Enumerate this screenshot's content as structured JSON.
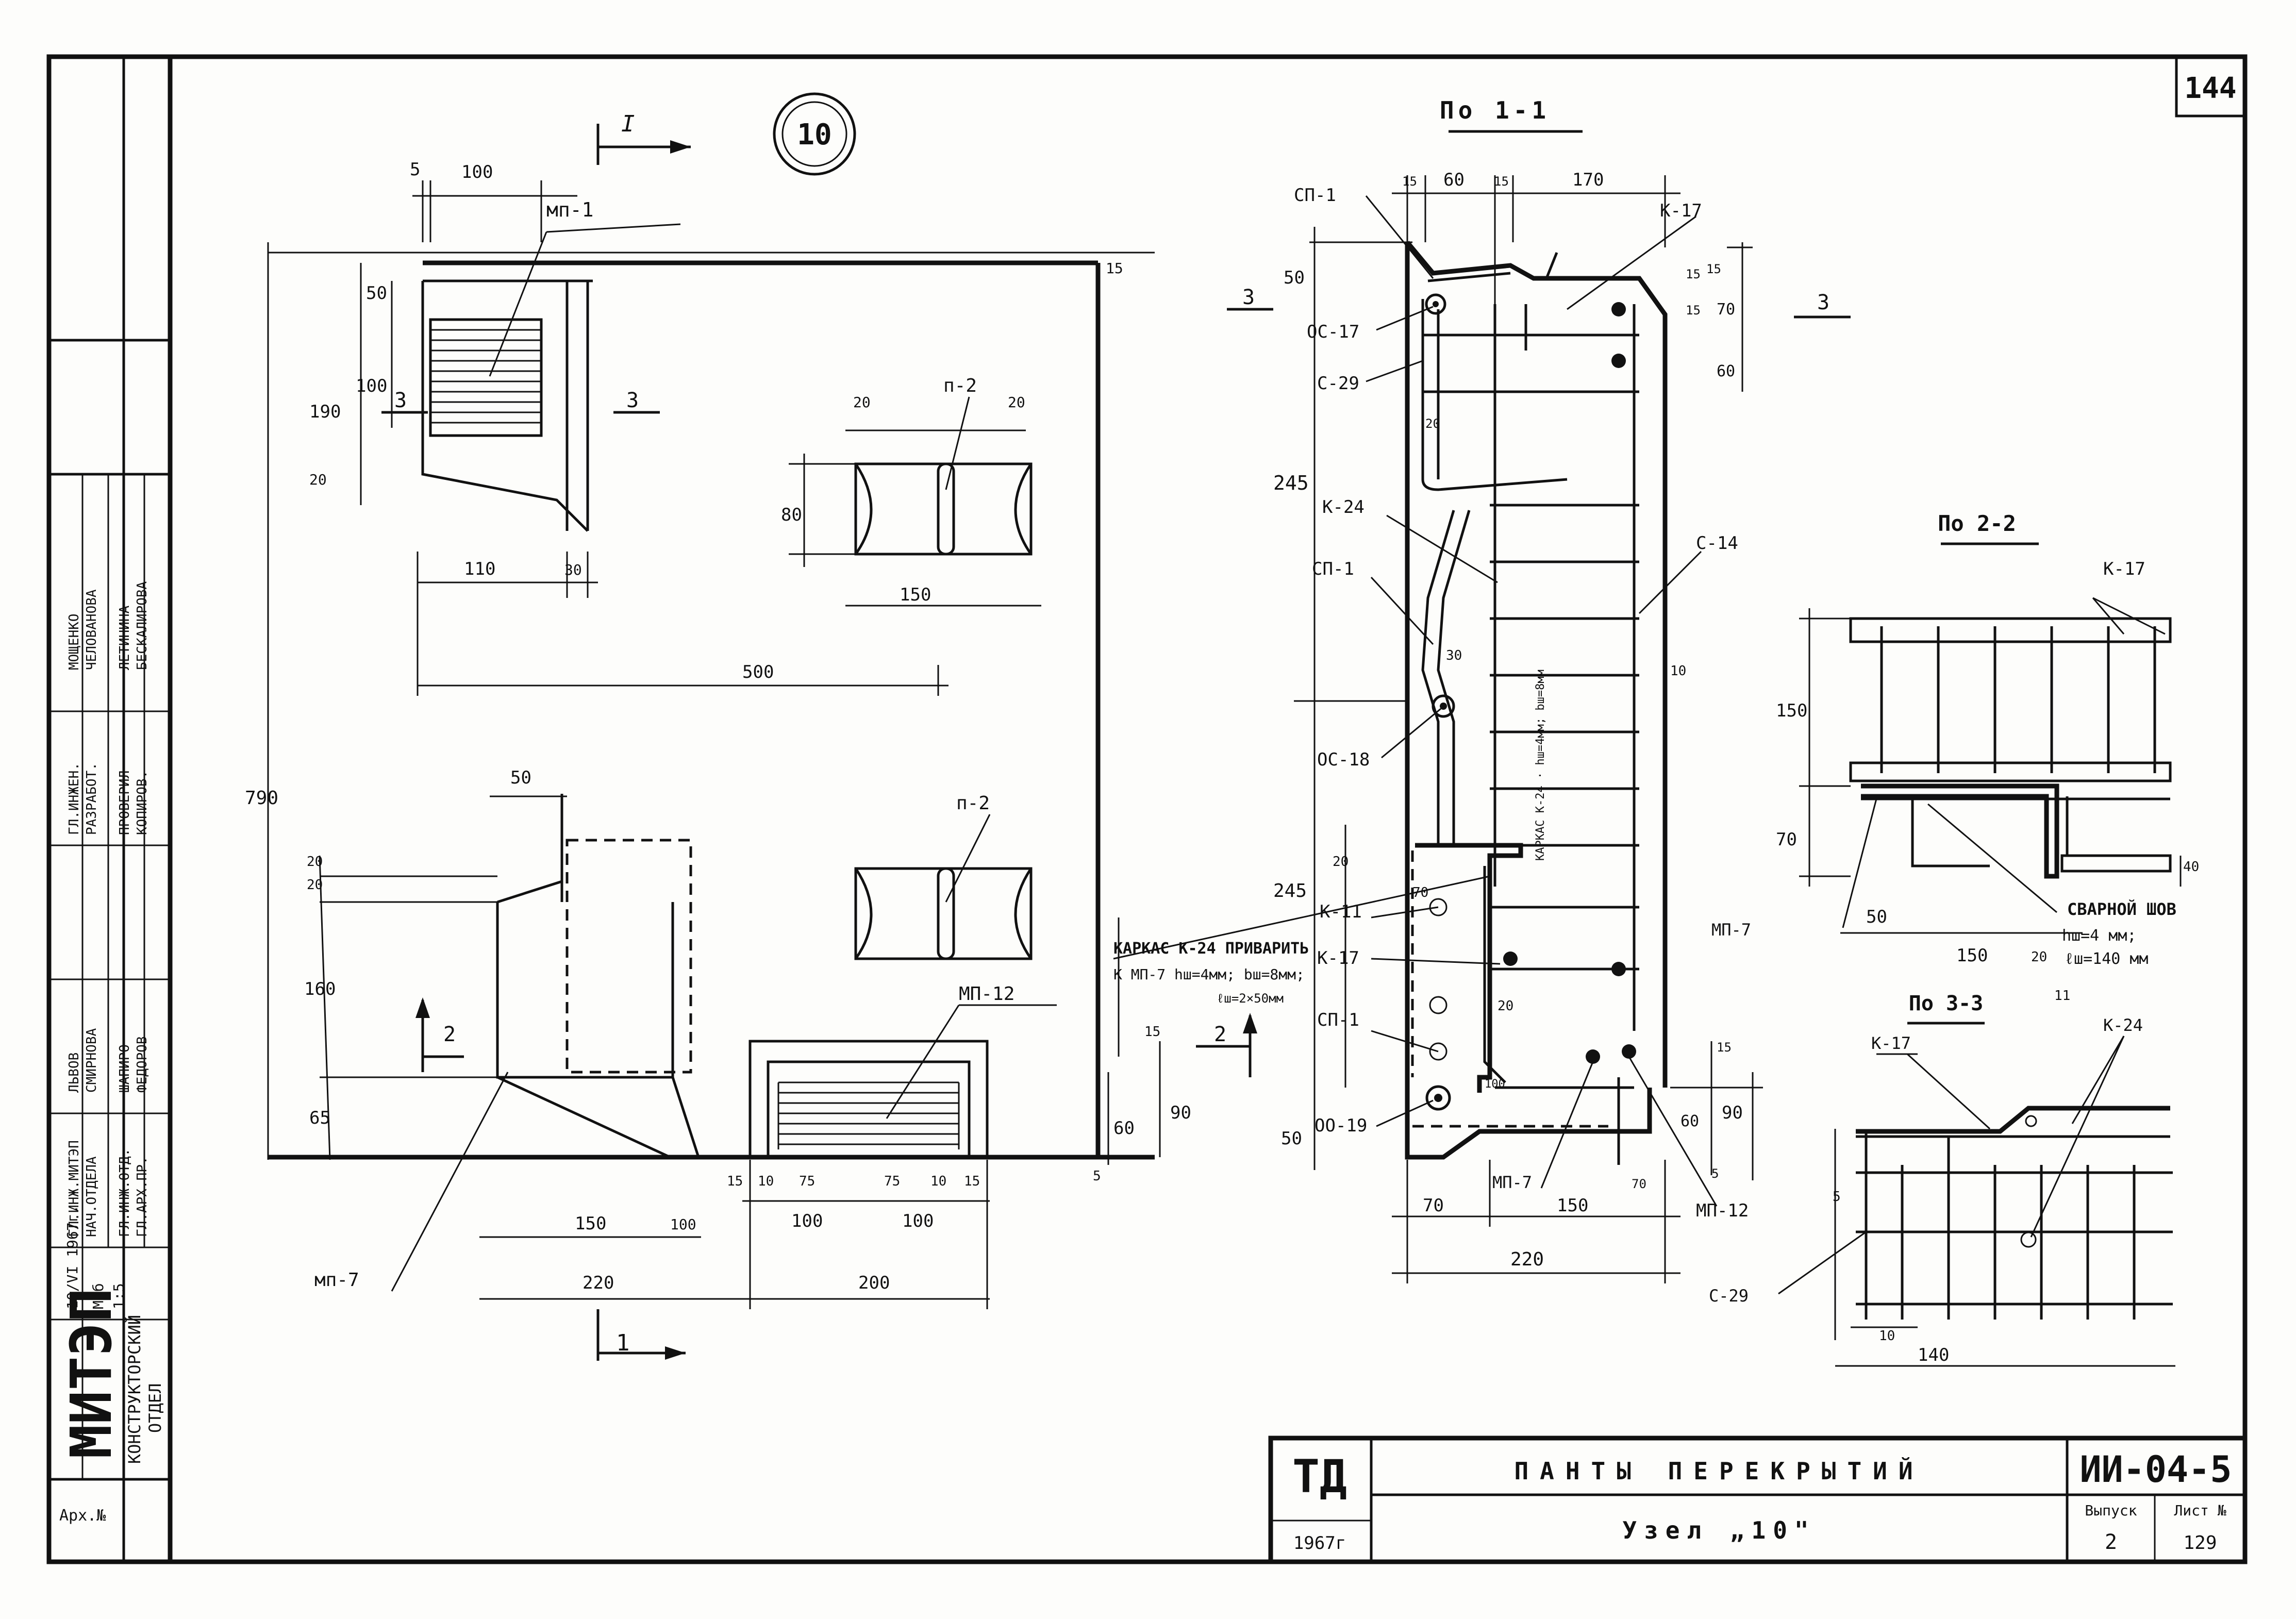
{
  "sheet": {
    "sheet_no": "144",
    "node_circle": "10",
    "section_marks": {
      "arrow_1_top": "I",
      "arrow_1_bottom": "1",
      "arrow_2_left": "2",
      "arrow_2_right": "2",
      "sec3_left": "3",
      "sec3_right": "3",
      "sec3_a": "3",
      "sec3_b": "3"
    }
  },
  "plan_labels": {
    "mp1": "мп-1",
    "p2a": "п-2",
    "p2b": "п-2",
    "mp12": "МП-12",
    "mp7": "мп-7"
  },
  "plan_dims": {
    "d5": "5",
    "d100": "100",
    "d15a": "15",
    "d50": "50",
    "d190": "190",
    "d100b": "100",
    "d20": "20",
    "d110": "110",
    "d30": "30",
    "d500": "500",
    "d790": "790",
    "d20a": "20",
    "d20b": "20",
    "d80": "80",
    "d150": "150",
    "d50b": "50",
    "d20c": "20",
    "d20d": "20",
    "d160": "160",
    "d65": "65",
    "d150b": "150",
    "d100c": "100",
    "d220": "220",
    "d200": "200",
    "d15b": "15",
    "d10a": "10",
    "d75a": "75",
    "d75b": "75",
    "d10b": "10",
    "d15c": "15",
    "d100d": "100",
    "d100e": "100",
    "d15d": "15",
    "d90": "90",
    "d60": "60",
    "d5b": "5"
  },
  "section11": {
    "title": "По 1-1",
    "labels": {
      "sp1a": "СП-1",
      "os17": "ОС-17",
      "s29": "С-29",
      "k24": "К-24",
      "sp1b": "СП-1",
      "os18": "ОС-18",
      "k11": "К-11",
      "k17": "К-17",
      "sp1c": "СП-1",
      "os19": "ОО-19",
      "k17top": "К-17",
      "s14": "С-14",
      "mp7": "МП-7",
      "mp12": "МП-12"
    },
    "note_line1": "КАРКАС К-24 ПРИВАРИТЬ",
    "note_line2": "К МП-7 hш=4мм; bш=8мм;",
    "note_line3": "ℓш=2×50мм",
    "dims": {
      "d15a": "15",
      "d60": "60",
      "d15b": "15",
      "d170": "170",
      "d15c": "15",
      "d15d": "15",
      "d50": "50",
      "d15e": "15",
      "d70": "70",
      "d60b": "60",
      "d245": "245",
      "d20": "20",
      "d30": "30",
      "d10": "10",
      "d20b": "20",
      "d245b": "245",
      "d70b": "70",
      "d20c": "20",
      "d100": "100",
      "d15f": "15",
      "d90": "90",
      "d60c": "60",
      "d5": "5",
      "d50b": "50",
      "d70c": "70",
      "d150": "150",
      "d70d": "70",
      "d220": "220"
    }
  },
  "section22": {
    "title": "По 2-2",
    "labels": {
      "k17": "К-17",
      "mp7": "МП-7",
      "weld": "СВАРНОЙ ШОВ",
      "weld_h": "hш=4 мм;",
      "weld_l": "ℓш=140 мм"
    },
    "dims": {
      "d150": "150",
      "d70": "70",
      "d50": "50",
      "d150b": "150",
      "d20": "20",
      "d11": "11",
      "d40": "40"
    }
  },
  "section33": {
    "title": "По 3-3",
    "labels": {
      "k17": "К-17",
      "k24": "К-24",
      "s29": "С-29"
    },
    "dims": {
      "d5": "5",
      "d10": "10",
      "d140": "140"
    }
  },
  "title_block": {
    "org_logo": "ТД",
    "year": "1967г",
    "project_title": "ПАНТЫ ПЕРЕКРЫТИЙ",
    "sheet_title": "Узел „10\"",
    "code": "ИИ-04-5",
    "issue_label": "Выпуск",
    "issue_value": "2",
    "sheet_label": "Лист №",
    "sheet_value": "129"
  },
  "side_stamp": {
    "org": "МИТЭП",
    "dept_line1": "КОНСТРУКТОРСКИЙ",
    "dept_line2": "ОТДЕЛ",
    "archive": "Арх.№",
    "date": "10/VI 1967г.",
    "scale_label": "М-б",
    "scale_value": "1:5",
    "roles": [
      "ГЛ.ИНЖ.МИТЭП",
      "НАЧ.ОТДЕЛА",
      "ГЛ.ИНЖ.ОТД.",
      "ГЛ.АРХ.ПР.",
      "ГЛ.ИНЖЕН.",
      "РАЗРАБОТ.",
      "ПРОВЕРИЛ",
      "КОПИРОВ."
    ],
    "names": [
      "ЛЬВОВ",
      "СМИРНОВА",
      "ШАПИРО",
      "ФЕДОРОВ",
      "МОЩЕНКО",
      "ЧЕЛОВАНОВА",
      "ЛЕТИНИНА",
      "БЕСКАЛИРОВА"
    ]
  }
}
